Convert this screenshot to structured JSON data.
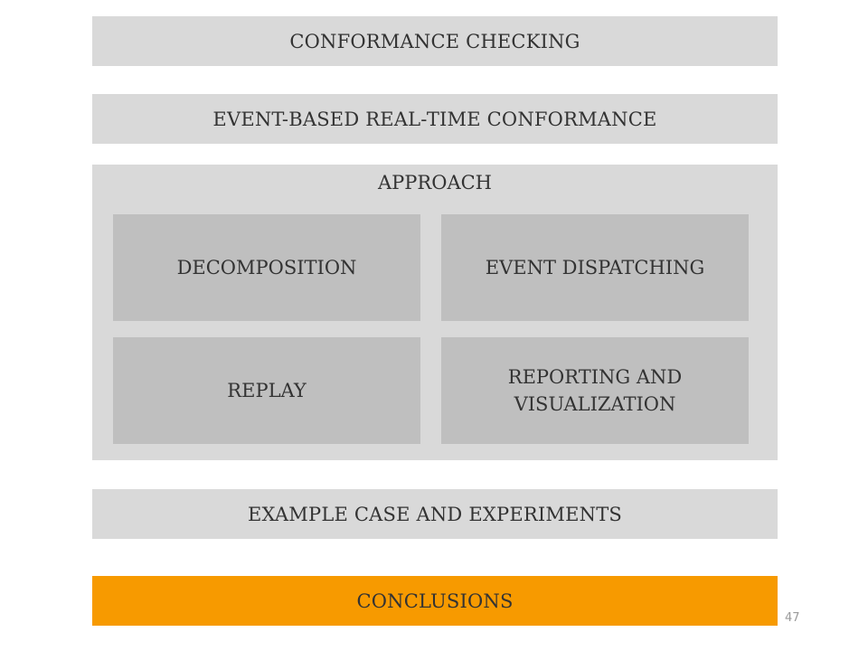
{
  "sections": {
    "conformance_checking": "CONFORMANCE CHECKING",
    "event_based": "EVENT-BASED REAL-TIME CONFORMANCE",
    "approach": {
      "title": "APPROACH",
      "items": [
        "DECOMPOSITION",
        "EVENT DISPATCHING",
        "REPLAY",
        "REPORTING AND VISUALIZATION"
      ]
    },
    "example": "EXAMPLE CASE AND EXPERIMENTS",
    "conclusions": "CONCLUSIONS"
  },
  "page_number": "47",
  "colors": {
    "bar": "#d9d9d9",
    "cell": "#bfbfbf",
    "highlight": "#f79a00"
  }
}
